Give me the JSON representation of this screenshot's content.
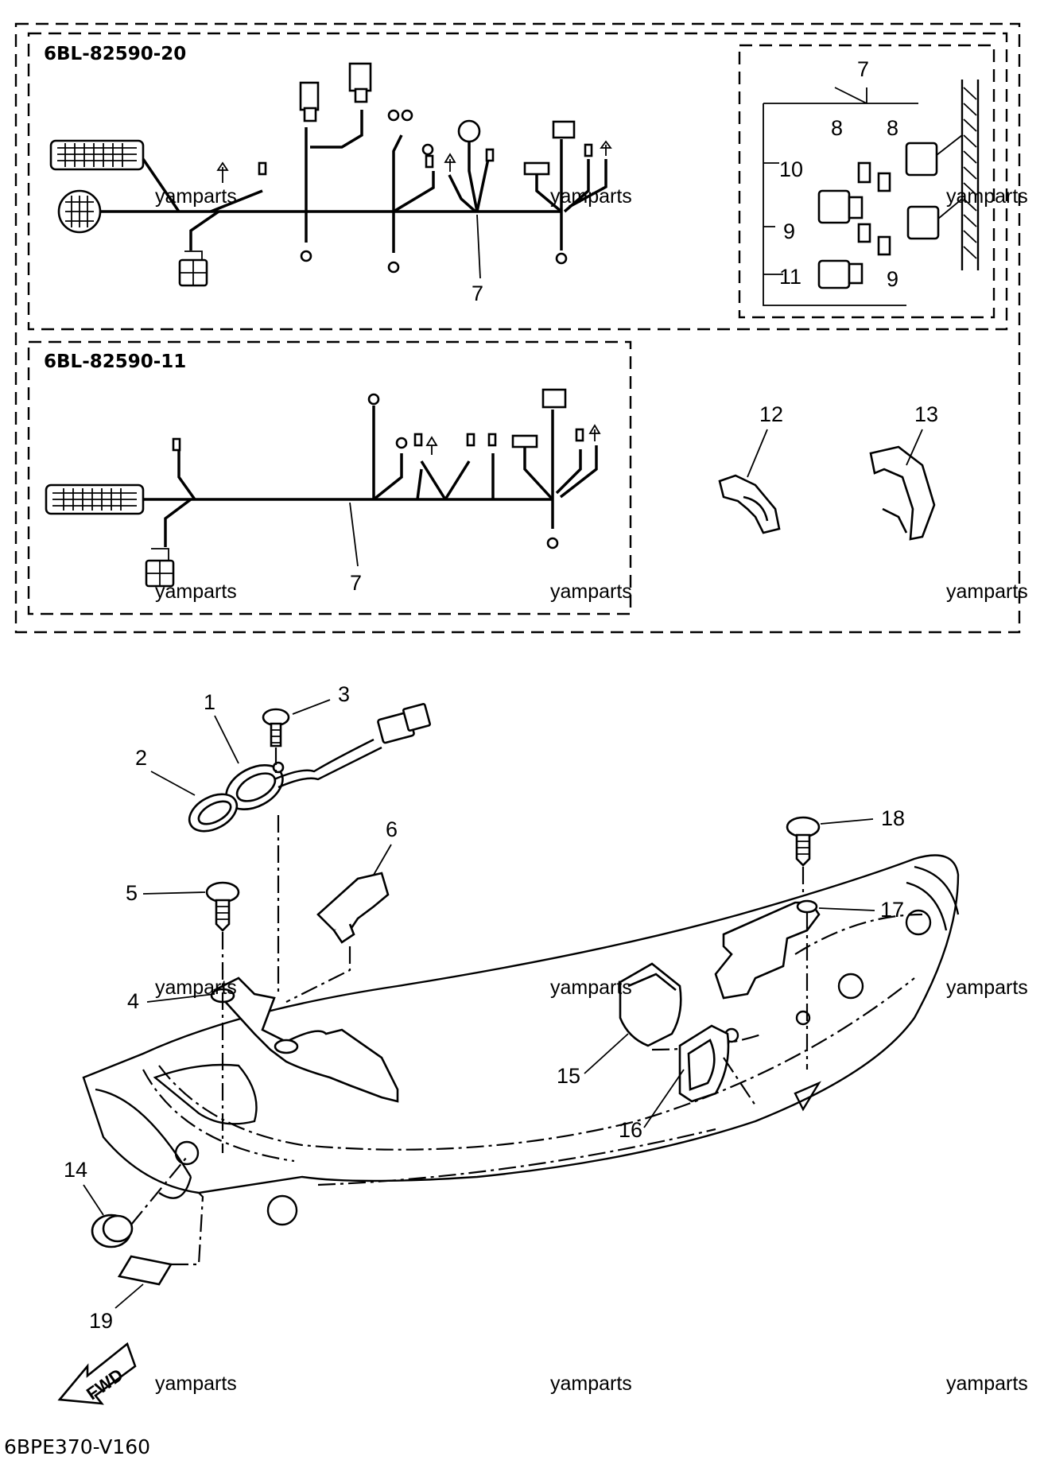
{
  "diagram": {
    "footer_code": "6BPE370-V160",
    "watermark": "yamparts",
    "fwd_label": "FWD",
    "harness_groups": [
      {
        "code": "6BL-82590-20"
      },
      {
        "code": "6BL-82590-11"
      }
    ],
    "callouts": [
      {
        "id": "1",
        "label": "1"
      },
      {
        "id": "2",
        "label": "2"
      },
      {
        "id": "3",
        "label": "3"
      },
      {
        "id": "4",
        "label": "4"
      },
      {
        "id": "5",
        "label": "5"
      },
      {
        "id": "6",
        "label": "6"
      },
      {
        "id": "7",
        "label": "7"
      },
      {
        "id": "8",
        "label": "8"
      },
      {
        "id": "9",
        "label": "9"
      },
      {
        "id": "10",
        "label": "10"
      },
      {
        "id": "11",
        "label": "11"
      },
      {
        "id": "12",
        "label": "12"
      },
      {
        "id": "13",
        "label": "13"
      },
      {
        "id": "14",
        "label": "14"
      },
      {
        "id": "15",
        "label": "15"
      },
      {
        "id": "16",
        "label": "16"
      },
      {
        "id": "17",
        "label": "17"
      },
      {
        "id": "18",
        "label": "18"
      },
      {
        "id": "19",
        "label": "19"
      }
    ]
  }
}
